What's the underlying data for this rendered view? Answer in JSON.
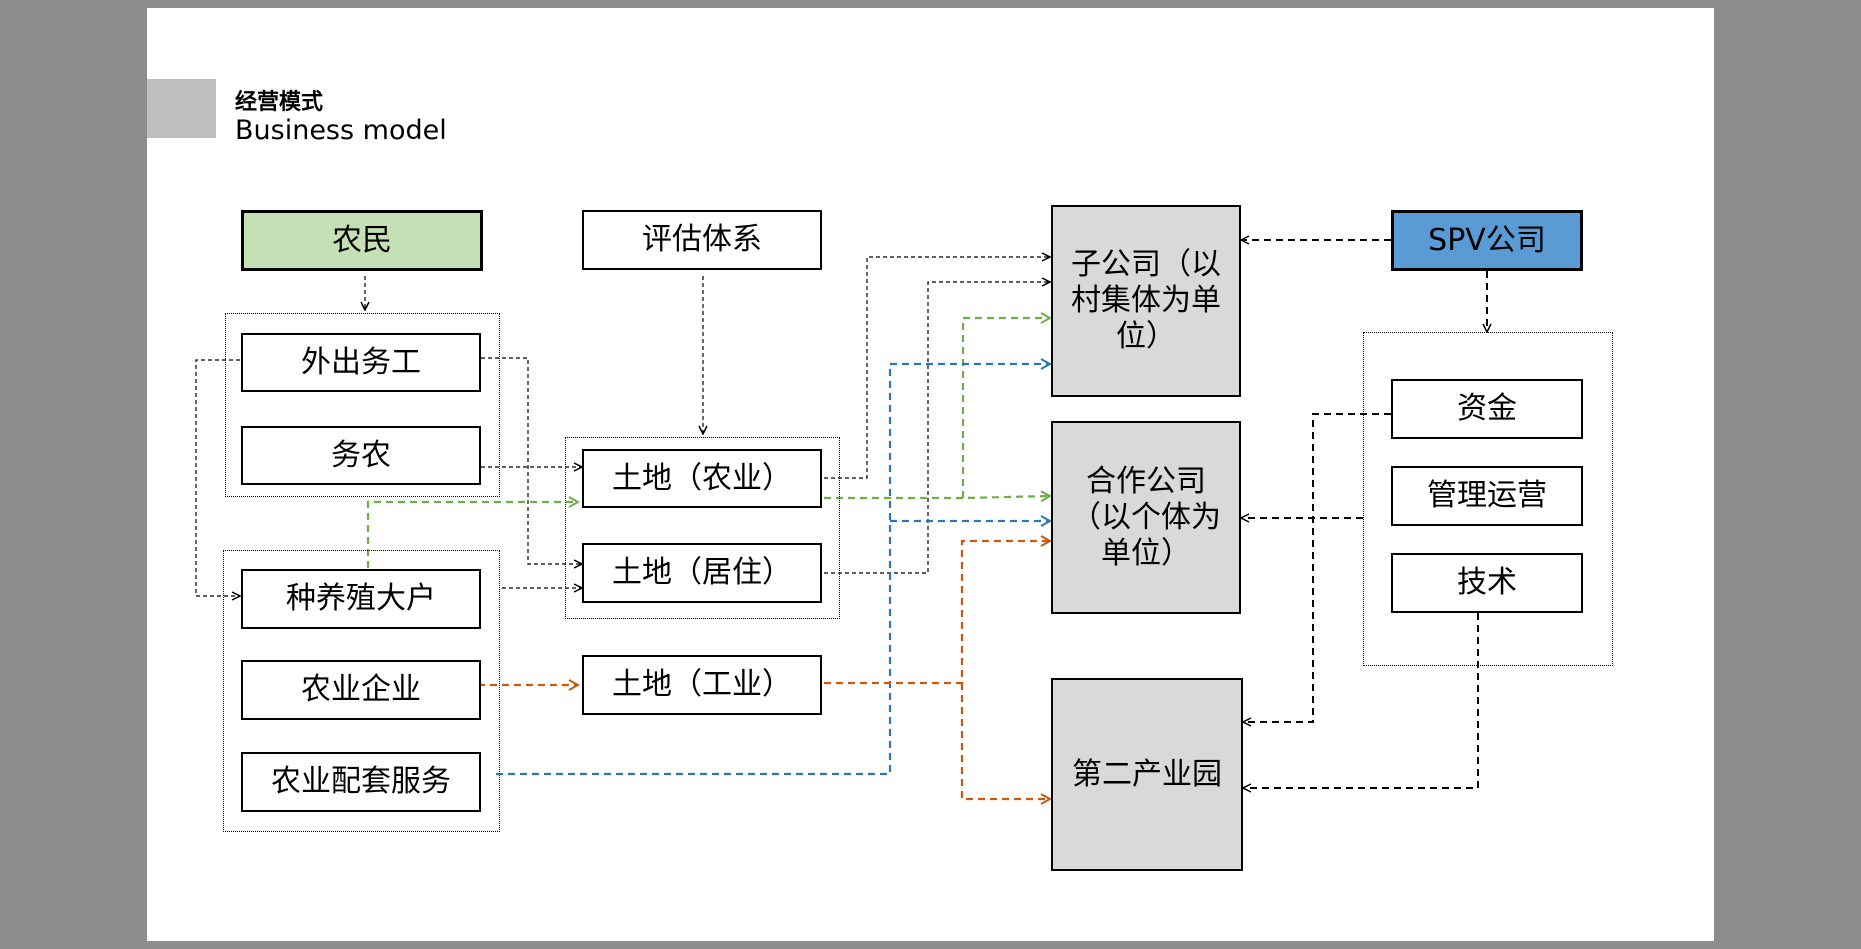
{
  "header": {
    "title_zh": "经营模式",
    "title_en": "Business model"
  },
  "nodes": {
    "farmer": "农民",
    "evaluation": "评估体系",
    "migrant_work": "外出务工",
    "farming": "务农",
    "large_growers": "种养殖大户",
    "agri_enterprise": "农业企业",
    "agri_services": "农业配套服务",
    "land_agri": "土地（农业）",
    "land_residential": "土地（居住）",
    "land_industrial": "土地（工业）",
    "subsidiary": "子公司（以村集体为单位）",
    "coop": "合作公司（以个体为单位）",
    "industrial_park": "第二产业园",
    "spv": "SPV公司",
    "capital": "资金",
    "management": "管理运营",
    "technology": "技术"
  },
  "colors": {
    "farmer_fill": "#c5e0b4",
    "spv_fill": "#5b9bd5",
    "company_fill": "#d9d9d9",
    "green_arrow": "#70ad47",
    "blue_arrow": "#2e75b6",
    "orange_arrow": "#c55a11",
    "black_arrow": "#000000"
  }
}
